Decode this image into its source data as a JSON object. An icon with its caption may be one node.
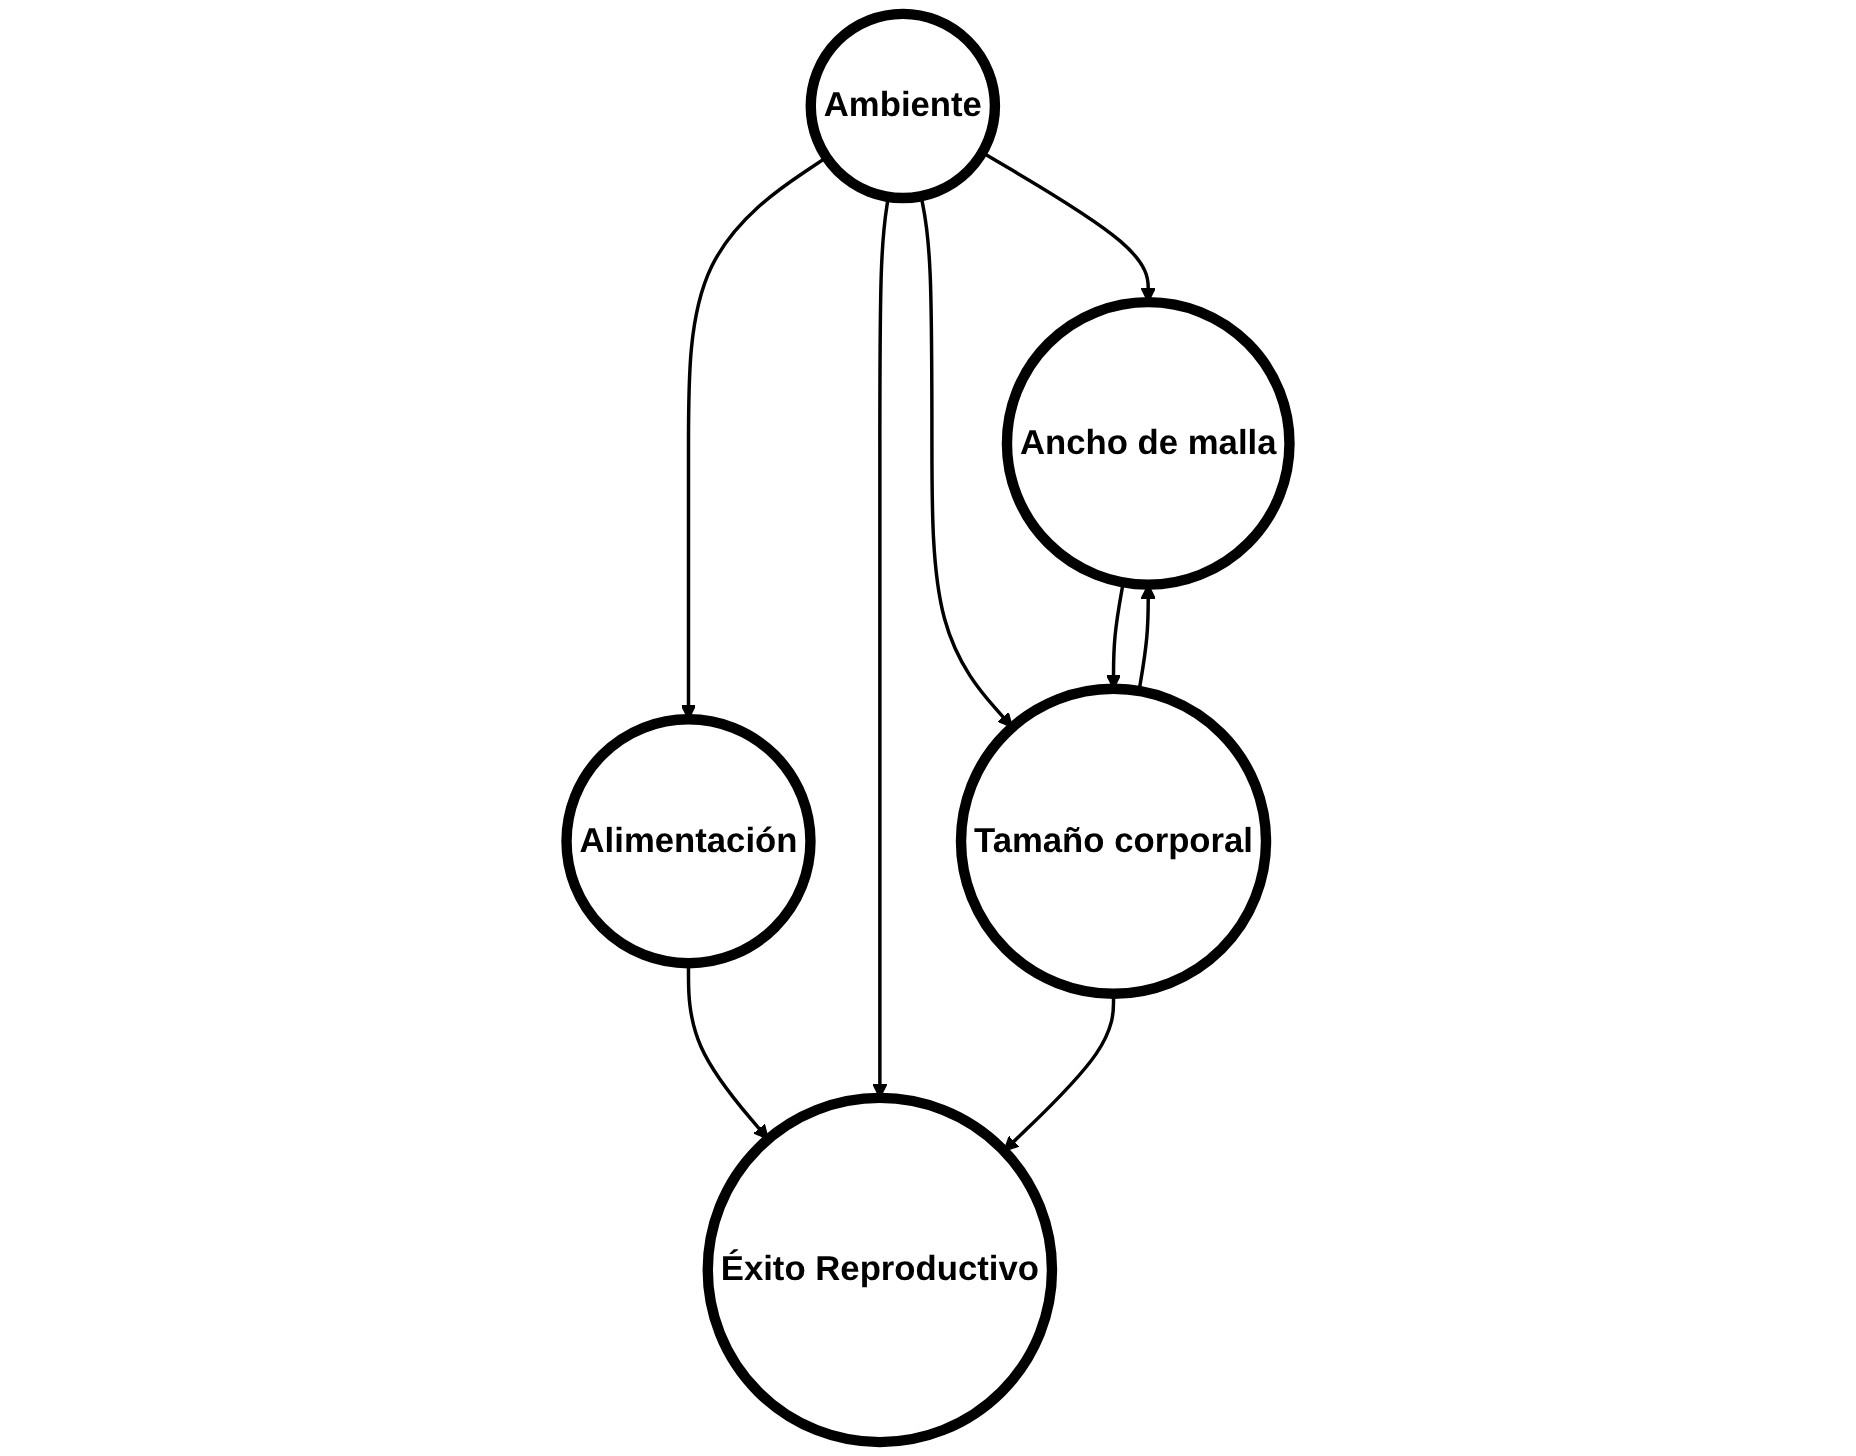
{
  "diagram": {
    "nodes": [
      {
        "text": [
          "Ambiente"
        ]
      },
      {
        "text": [
          "Alimentación"
        ]
      },
      {
        "text": [
          "Éxito Reproductivo"
        ]
      },
      {
        "text": [
          "Ancho de malla"
        ]
      },
      {
        "text": [
          "Tamaño corporal"
        ]
      }
    ],
    "edges": [
      {
        "from": 0,
        "to": 1,
        "arrow": "to"
      },
      {
        "from": 1,
        "to": 2,
        "arrow": "to"
      },
      {
        "from": 0,
        "to": 2,
        "arrow": "to"
      },
      {
        "from": 0,
        "to": 3,
        "arrow": "to"
      },
      {
        "from": 0,
        "to": 4,
        "arrow": "to"
      },
      {
        "from": 4,
        "to": 3,
        "arrow": "to"
      },
      {
        "from": 3,
        "to": 4,
        "arrow": "to"
      },
      {
        "from": 4,
        "to": 2,
        "arrow": "to"
      }
    ]
  }
}
